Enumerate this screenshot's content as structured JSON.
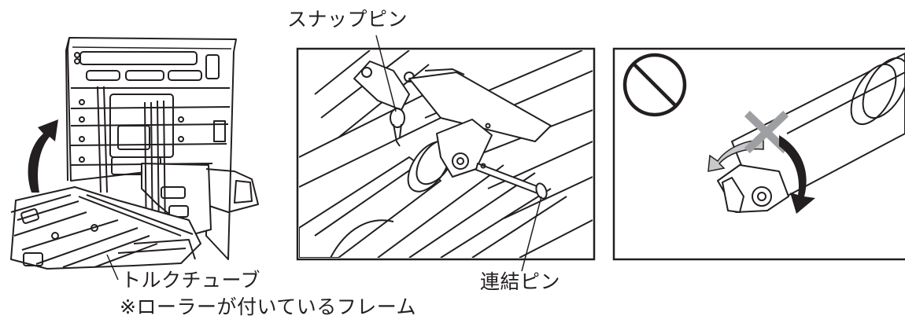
{
  "labels": {
    "snap_pin": "スナップピン",
    "connecting_pin": "連結ピン",
    "torque_tube": "トルクチューブ",
    "frame_note": "※ローラーが付いているフレーム"
  },
  "symbols": {
    "prohibited": "prohibited-icon",
    "wrong_mark": "x-mark-icon"
  },
  "colors": {
    "line": "#231f20",
    "cross": "#9d9fa2",
    "arrow_gray": "#c8c9ca"
  }
}
